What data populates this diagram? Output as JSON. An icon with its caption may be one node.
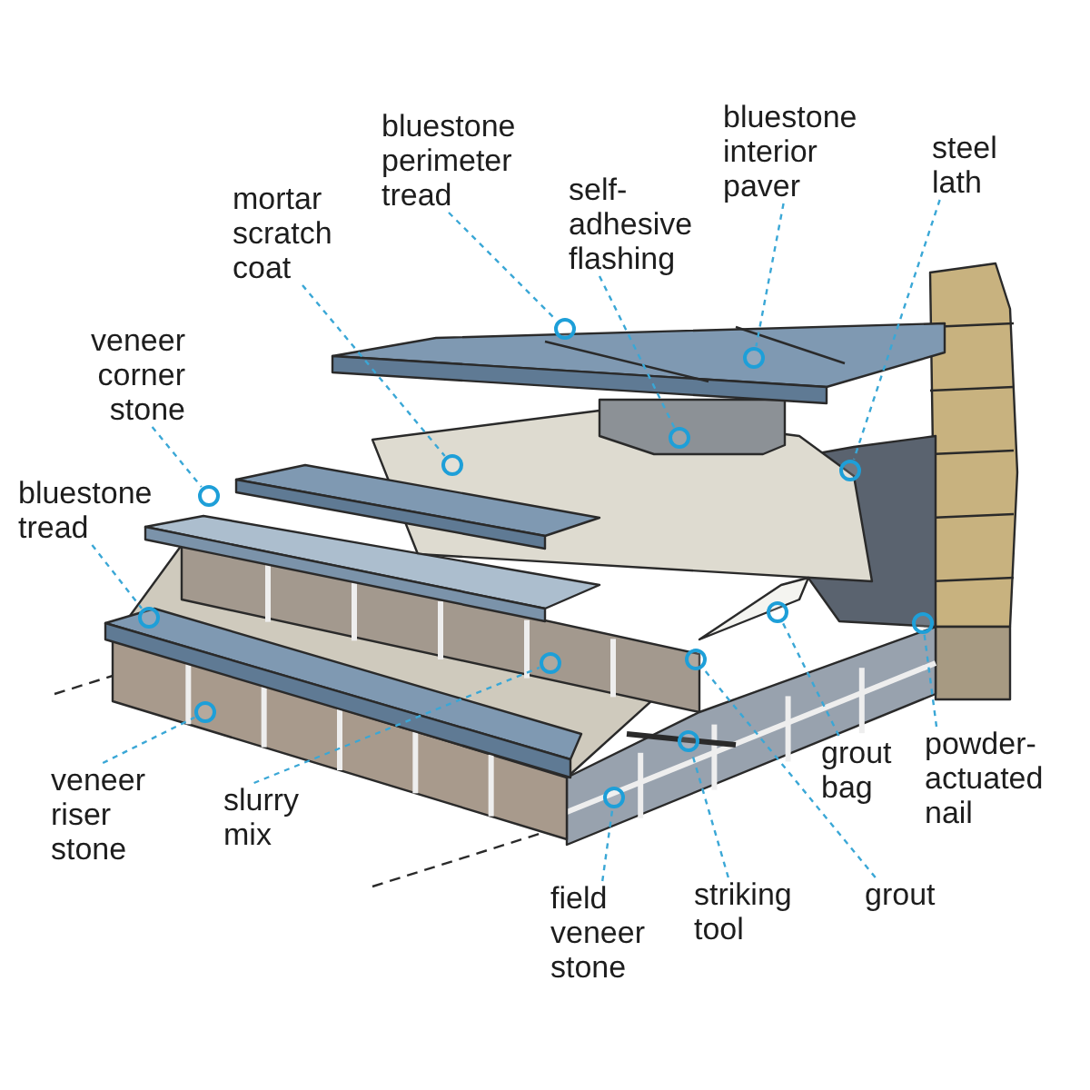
{
  "diagram": {
    "nodes": [
      {
        "text": [
          "bluestone perimeter tread"
        ]
      },
      {
        "text": [
          "bluestone interior paver"
        ]
      },
      {
        "text": [
          "steel lath"
        ]
      },
      {
        "text": [
          "mortar scratch coat"
        ]
      },
      {
        "text": [
          "self-adhesive flashing"
        ]
      },
      {
        "text": [
          "veneer corner stone"
        ]
      },
      {
        "text": [
          "bluestone tread"
        ]
      },
      {
        "text": [
          "grout bag"
        ]
      },
      {
        "text": [
          "powder-actuated nail"
        ]
      },
      {
        "text": [
          "veneer riser stone"
        ]
      },
      {
        "text": [
          "slurry mix"
        ]
      },
      {
        "text": [
          "field veneer stone"
        ]
      },
      {
        "text": [
          "striking tool"
        ]
      },
      {
        "text": [
          "grout"
        ]
      },
      {
        "text": [],
        "shape": "circle"
      },
      {
        "text": [],
        "shape": "circle"
      },
      {
        "text": [],
        "shape": "circle"
      },
      {
        "text": [],
        "shape": "circle"
      },
      {
        "text": [],
        "shape": "circle"
      },
      {
        "text": [],
        "shape": "circle"
      },
      {
        "text": [],
        "shape": "circle"
      },
      {
        "text": [],
        "shape": "circle"
      },
      {
        "text": [],
        "shape": "circle"
      },
      {
        "text": [],
        "shape": "circle"
      },
      {
        "text": [],
        "shape": "circle"
      },
      {
        "text": [],
        "shape": "circle"
      },
      {
        "text": [],
        "shape": "circle"
      },
      {
        "text": [],
        "shape": "circle"
      }
    ],
    "edges": [
      {
        "from": 0,
        "to": 19,
        "arrow": "none",
        "style": "dashed"
      },
      {
        "from": 1,
        "to": 24,
        "arrow": "none",
        "style": "dashed"
      },
      {
        "from": 2,
        "to": 26,
        "arrow": "none",
        "style": "dashed"
      },
      {
        "from": 3,
        "to": 17,
        "arrow": "none",
        "style": "dashed"
      },
      {
        "from": 4,
        "to": 21,
        "arrow": "none",
        "style": "dashed"
      },
      {
        "from": 5,
        "to": 16,
        "arrow": "none",
        "style": "dashed"
      },
      {
        "from": 6,
        "to": 14,
        "arrow": "none",
        "style": "dashed"
      },
      {
        "from": 7,
        "to": 25,
        "arrow": "none",
        "style": "dashed"
      },
      {
        "from": 8,
        "to": 27,
        "arrow": "none",
        "style": "dashed"
      },
      {
        "from": 9,
        "to": 15,
        "arrow": "none",
        "style": "dashed"
      },
      {
        "from": 10,
        "to": 18,
        "arrow": "none",
        "style": "dashed"
      },
      {
        "from": 11,
        "to": 20,
        "arrow": "none",
        "style": "dashed"
      },
      {
        "from": 12,
        "to": 22,
        "arrow": "none",
        "style": "dashed"
      },
      {
        "from": 13,
        "to": 23,
        "arrow": "none",
        "style": "dashed"
      }
    ]
  }
}
